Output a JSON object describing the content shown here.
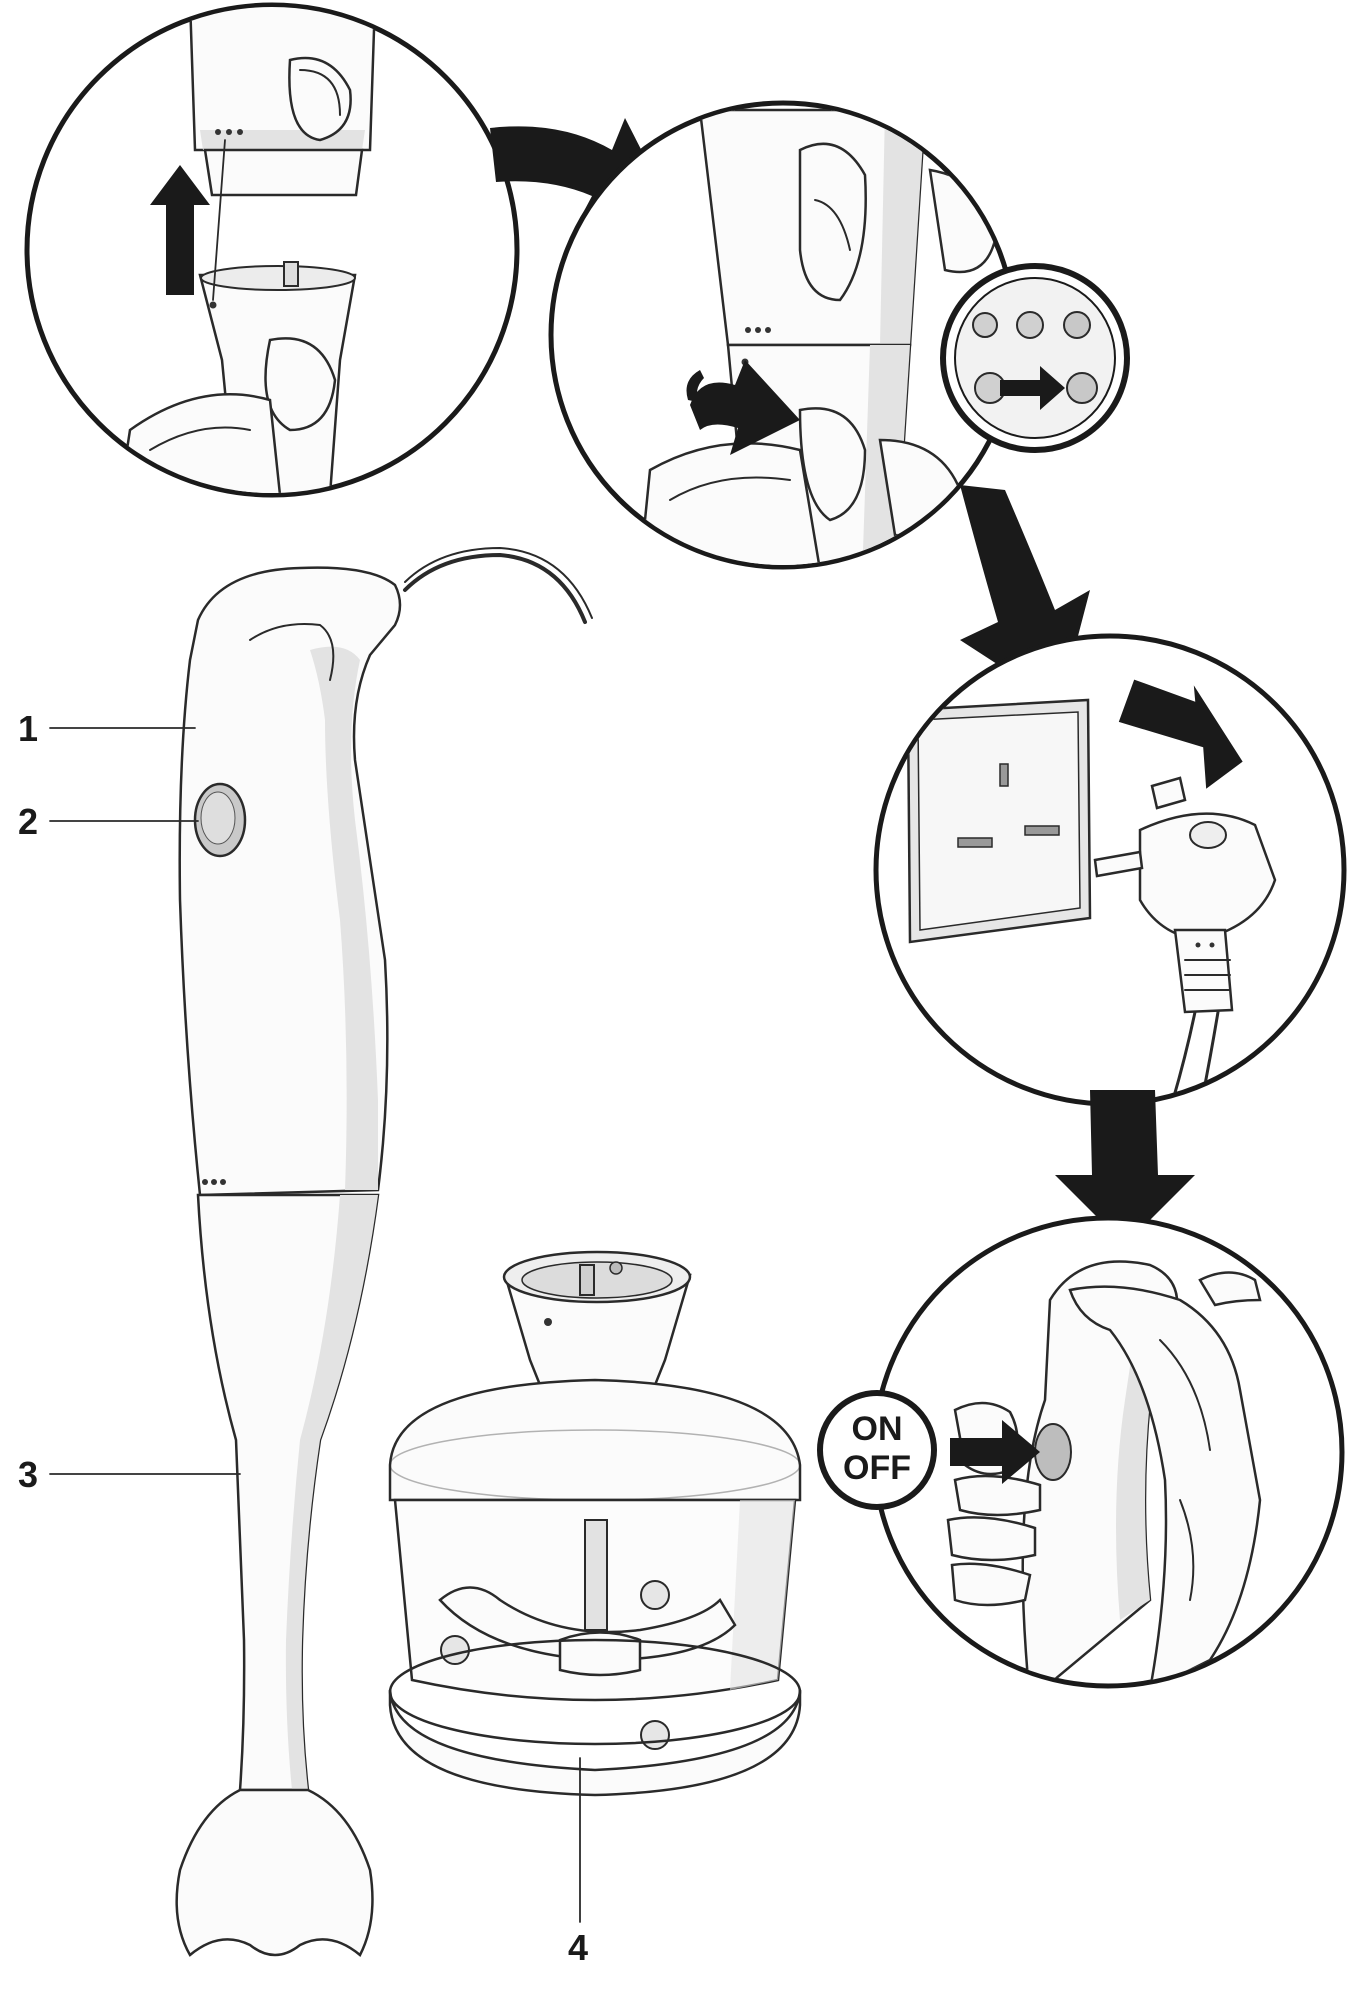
{
  "labels": {
    "part_1": "1",
    "part_2": "2",
    "part_3": "3",
    "part_4": "4"
  },
  "switch_badge": {
    "on": "ON",
    "off": "OFF"
  },
  "colors": {
    "ink": "#1a1a1a",
    "shade": "#e3e3e3",
    "paper": "#ffffff"
  }
}
